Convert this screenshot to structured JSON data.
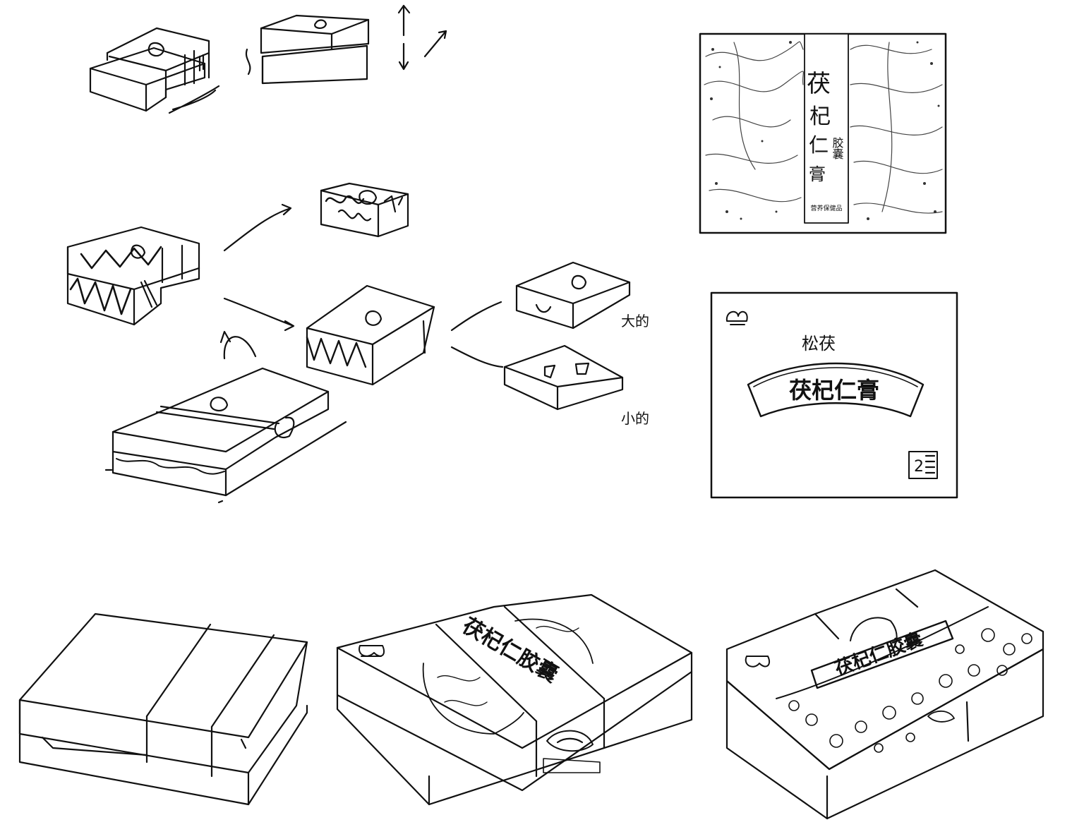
{
  "labels": {
    "large": "大的",
    "small": "小的"
  },
  "front_design": {
    "title_line1": "茯",
    "title_line2": "杞",
    "title_line3": "仁",
    "title_line4": "膏",
    "subtitle": "胶囊",
    "band_footer": "营养保健品"
  },
  "top_design": {
    "small_title": "松茯",
    "main_title": "茯杞仁膏",
    "seal": "2"
  },
  "box_band_text": "茯杞仁胶囊",
  "colors": {
    "ink": "#111111",
    "paper": "#ffffff",
    "shade": "#555555"
  }
}
